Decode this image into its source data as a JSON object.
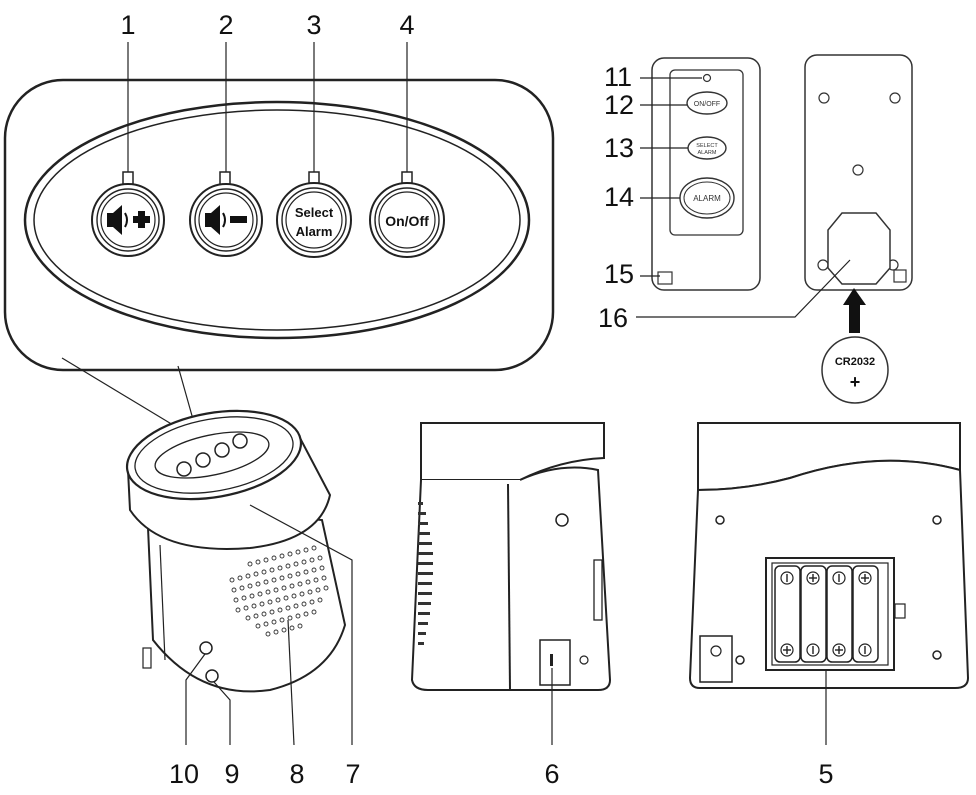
{
  "callouts": {
    "n1": "1",
    "n2": "2",
    "n3": "3",
    "n4": "4",
    "n5": "5",
    "n6": "6",
    "n7": "7",
    "n8": "8",
    "n9": "9",
    "n10": "10",
    "n11": "11",
    "n12": "12",
    "n13": "13",
    "n14": "14",
    "n15": "15",
    "n16": "16"
  },
  "panel_buttons": {
    "volume_up_icon": "volume-up-icon",
    "volume_down_icon": "volume-down-icon",
    "select_line1": "Select",
    "select_line2": "Alarm",
    "onoff": "On/Off"
  },
  "remote": {
    "onoff": "ON/OFF",
    "select_line1": "SELECT",
    "select_line2": "ALARM",
    "alarm": "ALARM"
  },
  "battery": {
    "label": "CR2032",
    "sign": "+"
  },
  "battery_pack": {
    "plus": "+"
  }
}
